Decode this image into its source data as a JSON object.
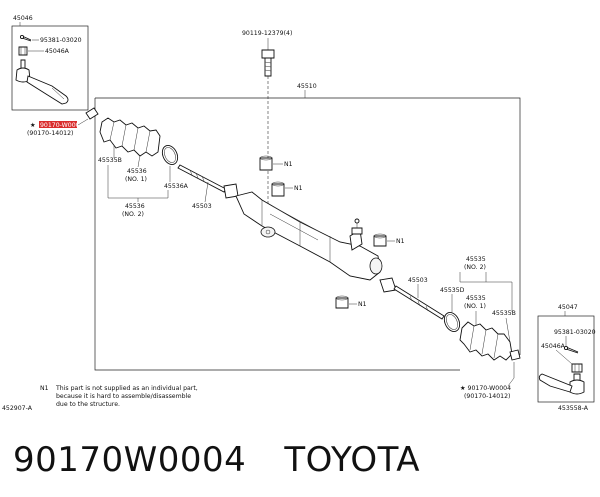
{
  "labels": {
    "l45046": "45046",
    "l95381_left": "95381-03020",
    "l45046A_left": "45046A",
    "hl_part": "90170-W0004",
    "l90170_left": "(90170-14012)",
    "l90119": "90119-12379(4)",
    "l45510": "45510",
    "l45535B_left": "45535B",
    "l45536_no1": "45536",
    "l45536_no1_sub": "(NO. 1)",
    "l45536A": "45536A",
    "l45536_no2": "45536",
    "l45536_no2_sub": "(NO. 2)",
    "l45503_left": "45503",
    "n1_a": "N1",
    "n1_b": "N1",
    "n1_c": "N1",
    "n1_d": "N1",
    "l45535_no2": "45535",
    "l45535_no2_sub": "(NO. 2)",
    "l45503_right": "45503",
    "l45535D": "45535D",
    "l45535_no1": "45535",
    "l45535_no1_sub": "(NO. 1)",
    "l45535B_right": "45535B",
    "l45047": "45047",
    "l95381_right": "95381-03020",
    "l45046A_right": "45046A",
    "l90170_w_right": "★ 90170-W0004",
    "l90170_right": "(90170-14012)",
    "note_n1": "N1",
    "note_line1": "This part is not supplied as an individual part,",
    "note_line2": "because it is hard to assemble/disassemble",
    "note_line3": "due to the structure.",
    "ref_left": "452907-A",
    "ref_right": "453558-A",
    "star_left": "★"
  },
  "caption": {
    "part_number": "90170W0004",
    "brand": "TOYOTA"
  },
  "colors": {
    "highlight": "#d92b2b"
  }
}
